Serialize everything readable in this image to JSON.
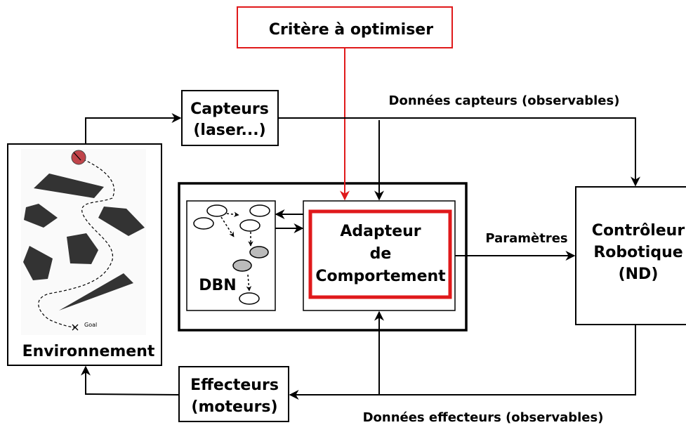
{
  "critere": "Critère à optimiser",
  "capteurs": [
    "Capteurs",
    "(laser...)"
  ],
  "donnees_capteurs": "Données capteurs (observables)",
  "environnement": "Environnement",
  "goal": "Goal",
  "dbn": "DBN",
  "adapteur": [
    "Adapteur",
    "de",
    "Comportement"
  ],
  "parametres": "Paramètres",
  "controleur": [
    "Contrôleur",
    "Robotique",
    "(ND)"
  ],
  "effecteurs": [
    "Effecteurs",
    "(moteurs)"
  ],
  "donnees_effecteurs": "Données effecteurs (observables)",
  "colors": {
    "accent_red": "#e0191b",
    "robot_red": "#c0444a",
    "obstacle": "#333333",
    "node_gray": "#bbbbbb"
  }
}
